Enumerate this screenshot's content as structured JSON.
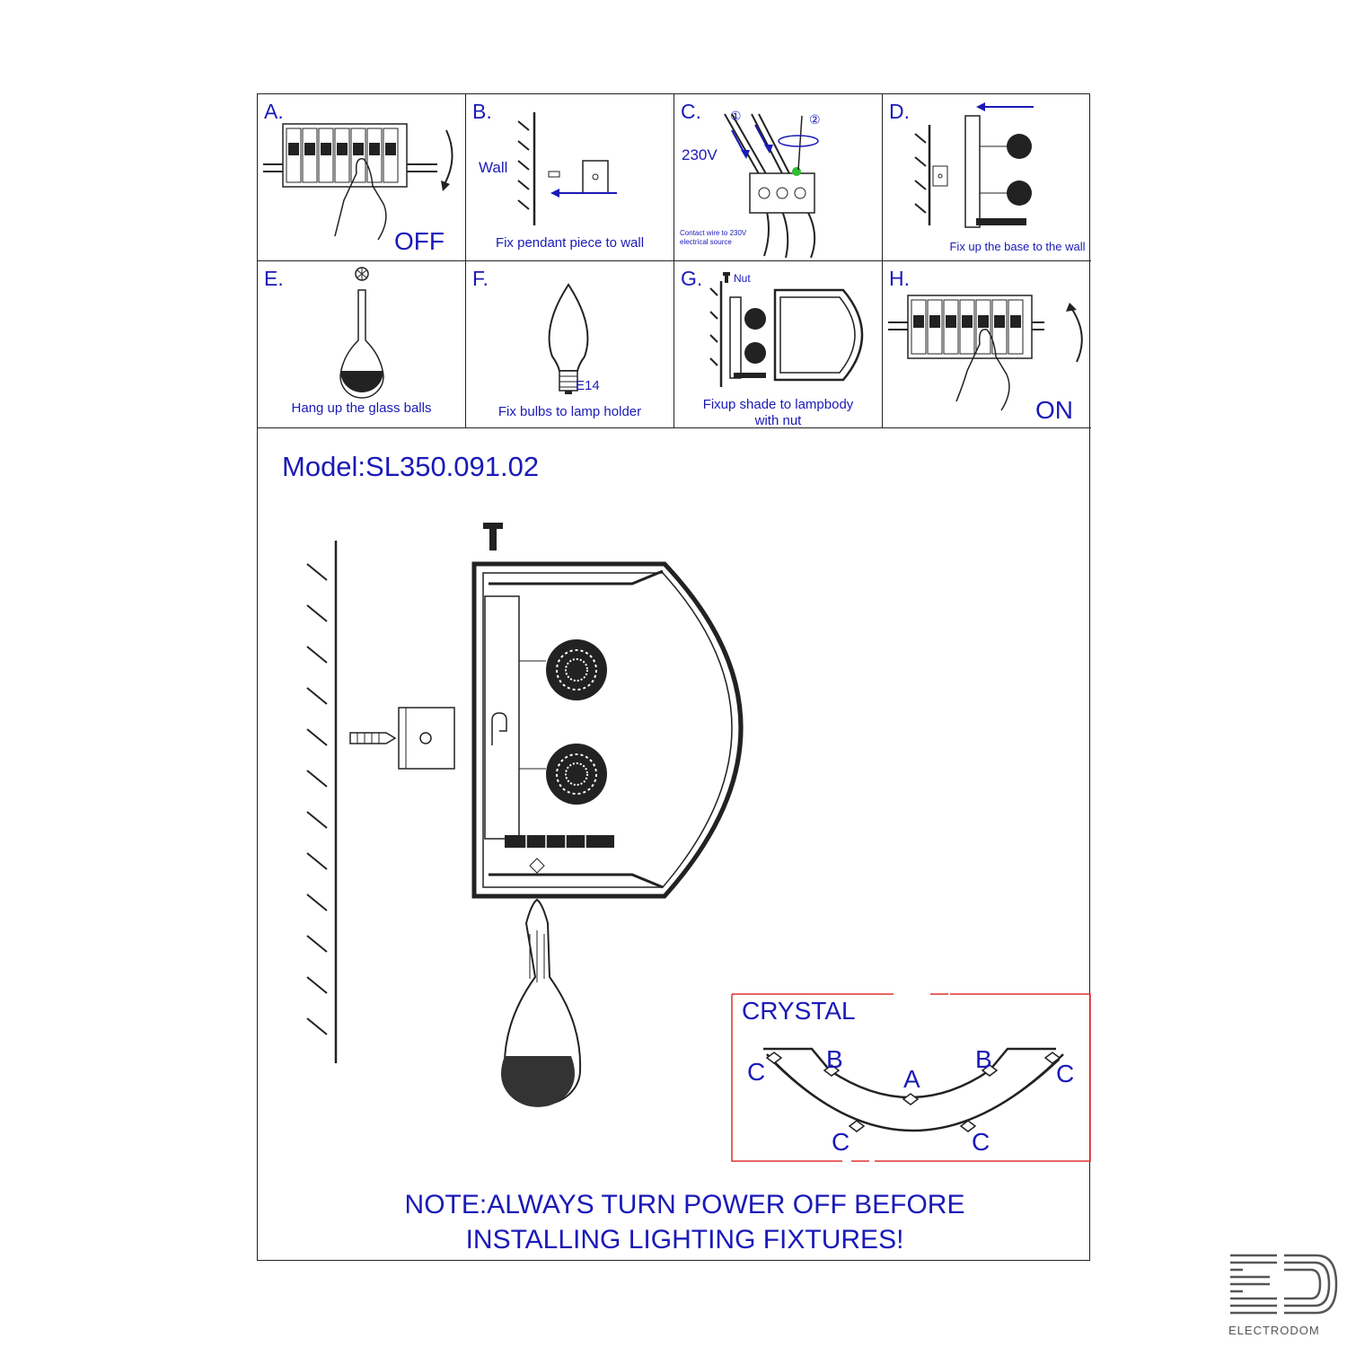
{
  "steps": [
    {
      "letter": "A.",
      "caption": "",
      "big": "OFF"
    },
    {
      "letter": "B.",
      "caption": "Fix pendant piece to wall",
      "wall": "Wall"
    },
    {
      "letter": "C.",
      "voltage": "230V",
      "caption_small": "Contact wire to 230V electrical source",
      "marks": [
        "①",
        "②"
      ]
    },
    {
      "letter": "D.",
      "caption": "Fix up the base to the wall"
    },
    {
      "letter": "E.",
      "caption": "Hang up the glass balls"
    },
    {
      "letter": "F.",
      "caption": "Fix bulbs to lamp holder",
      "socket": "E14"
    },
    {
      "letter": "G.",
      "caption_line1": "Fixup shade to lampbody",
      "caption_line2": "with nut",
      "nut": "Nut"
    },
    {
      "letter": "H.",
      "caption": "",
      "big": "ON"
    }
  ],
  "model": "Model:SL350.091.02",
  "crystal": {
    "title": "CRYSTAL",
    "labels": {
      "a": "A",
      "b": "B",
      "c": "C"
    }
  },
  "note": {
    "line1": "NOTE:ALWAYS TURN POWER OFF BEFORE",
    "line2": "INSTALLING LIGHTING FIXTURES!"
  },
  "brand": "ELECTRODOM",
  "colors": {
    "text": "#1a1ab8",
    "line": "#222222",
    "crystal_border": "#e03030"
  }
}
